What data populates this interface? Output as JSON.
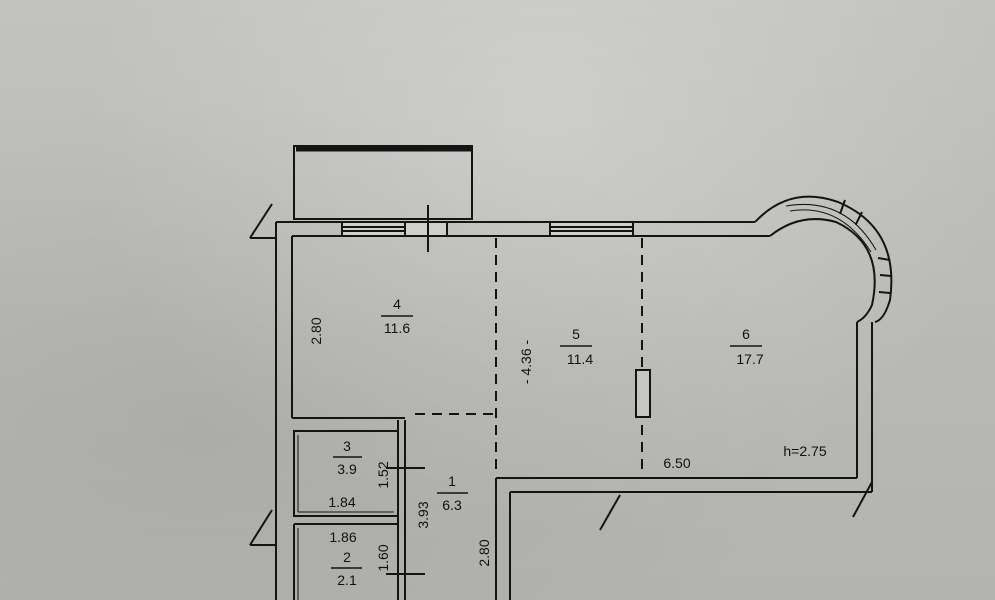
{
  "rooms": [
    {
      "number": "4",
      "area": "11.6"
    },
    {
      "number": "5",
      "area": "11.4"
    },
    {
      "number": "6",
      "area": "17.7"
    },
    {
      "number": "3",
      "area": "3.9"
    },
    {
      "number": "1",
      "area": "6.3"
    },
    {
      "number": "2",
      "area": "2.1"
    }
  ],
  "dimensions": {
    "room4_height": "2.80",
    "room5_height": "- 4.36 -",
    "room6_width": "6.50",
    "ceiling_height": "h=2.75",
    "room3_height": "1.52",
    "room3_width": "1.84",
    "room2_width": "1.86",
    "room2_height": "1.60",
    "room1_height": "3.93",
    "corridor_height": "2.80"
  },
  "colors": {
    "paper": "#bcbcb9",
    "ink": "#141414"
  }
}
